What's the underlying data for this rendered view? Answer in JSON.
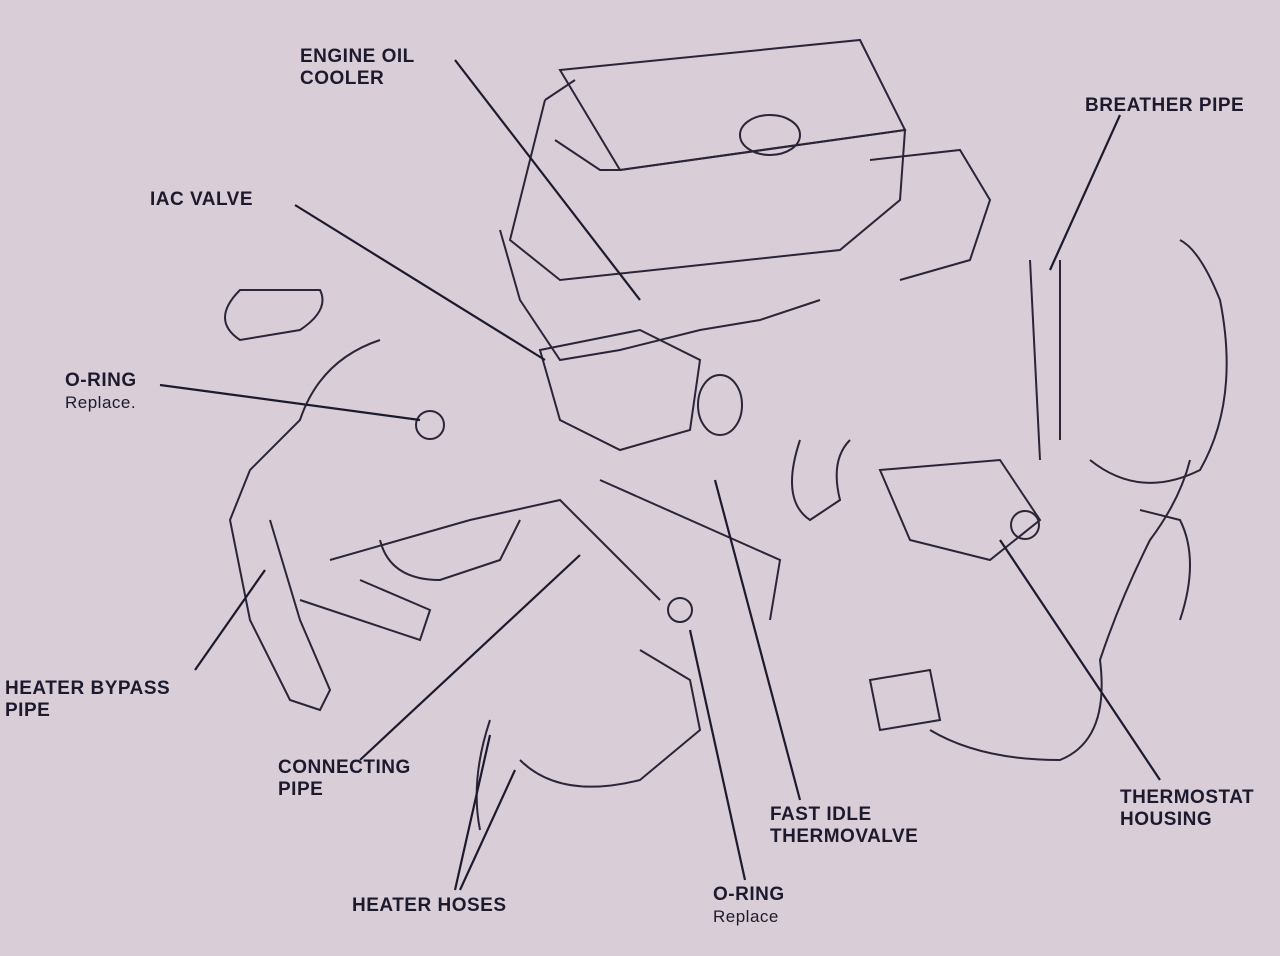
{
  "labels": {
    "engine_oil_cooler": [
      "ENGINE OIL",
      "COOLER"
    ],
    "breather_pipe": "BREATHER PIPE",
    "iac_valve": "IAC VALVE",
    "o_ring_left": {
      "title": "O-RING",
      "note": "Replace."
    },
    "heater_bypass_pipe": [
      "HEATER BYPASS",
      "PIPE"
    ],
    "connecting_pipe": [
      "CONNECTING",
      "PIPE"
    ],
    "heater_hoses": "HEATER HOSES",
    "o_ring_bottom": {
      "title": "O-RING",
      "note": "Replace"
    },
    "fast_idle_thermovalve": [
      "FAST IDLE",
      "THERMOVALVE"
    ],
    "thermostat_housing": [
      "THERMOSTAT",
      "HOUSING"
    ]
  },
  "colors": {
    "background": "#d9cdd8",
    "ink": "#1d1a2e"
  }
}
